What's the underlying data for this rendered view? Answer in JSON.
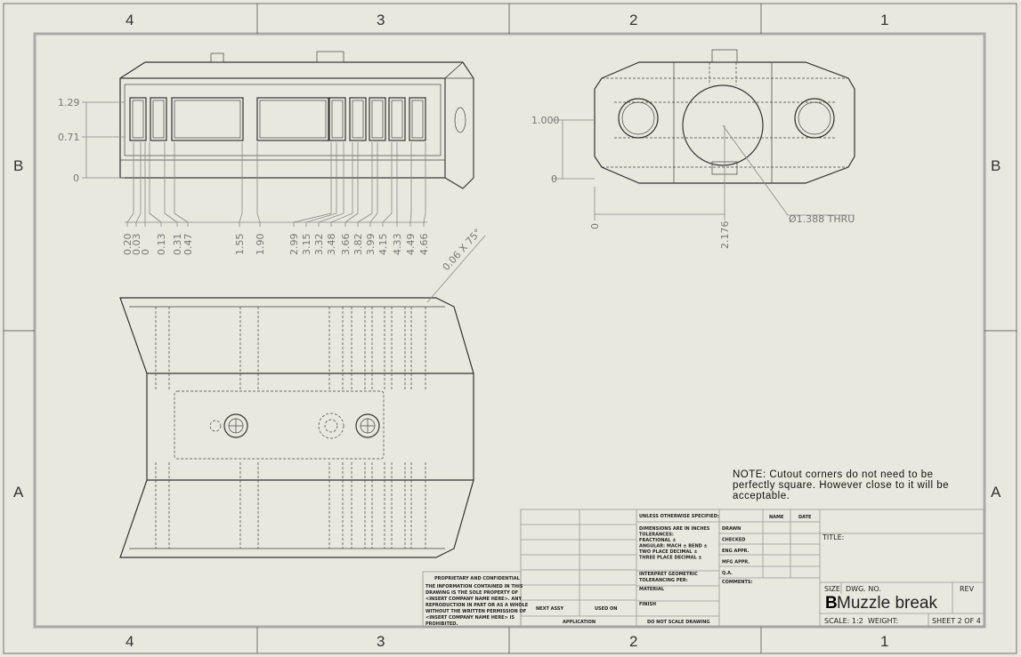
{
  "zones": {
    "columns": [
      "4",
      "3",
      "2",
      "1"
    ],
    "rows": [
      "B",
      "A"
    ]
  },
  "top_view": {
    "vertical_dims": [
      "1.29",
      "0.71",
      "0"
    ],
    "horizontal_dims": [
      "0.20",
      "0.03",
      "0",
      "0.13",
      "0.31",
      "0.47",
      "1.55",
      "1.90",
      "2.99",
      "3.15",
      "3.32",
      "3.48",
      "3.66",
      "3.82",
      "3.99",
      "4.15",
      "4.33",
      "4.49",
      "4.66"
    ]
  },
  "side_view": {
    "dim_vertical": "1.000",
    "dim_zero_v": "0",
    "dim_zero_h": "0",
    "dim_horizontal": "2.176",
    "hole_callout": "Ø1.388 THRU"
  },
  "bottom_view": {
    "chamfer": "0.06 X 75°"
  },
  "note": [
    "NOTE: Cutout corners do not need to be",
    "perfectly square. However close to it will be",
    "acceptable."
  ],
  "title_block": {
    "unless_specified": "UNLESS OTHERWISE SPECIFIED:",
    "tolerances": [
      "DIMENSIONS ARE IN INCHES",
      "TOLERANCES:",
      "FRACTIONAL ±",
      "ANGULAR: MACH ±  BEND ±",
      "TWO PLACE DECIMAL  ±",
      "THREE PLACE DECIMAL  ±"
    ],
    "interpret": [
      "INTERPRET GEOMETRIC",
      "TOLERANCING PER:"
    ],
    "material": "MATERIAL",
    "finish": "FINISH",
    "next_assy": "NEXT ASSY",
    "used_on": "USED ON",
    "application": "APPLICATION",
    "do_not_scale": "DO NOT SCALE DRAWING",
    "name_header": "NAME",
    "date_header": "DATE",
    "roles": [
      "DRAWN",
      "CHECKED",
      "ENG APPR.",
      "MFG APPR.",
      "Q.A."
    ],
    "comments": "COMMENTS:",
    "title_label": "TITLE:",
    "size_label": "SIZE",
    "dwg_no_label": "DWG.  NO.",
    "rev_label": "REV",
    "size": "B",
    "dwg_no": "Muzzle break",
    "scale": "SCALE: 1:2",
    "weight": "WEIGHT:",
    "sheet": "SHEET 2  OF 4"
  },
  "proprietary": {
    "heading": "PROPRIETARY AND CONFIDENTIAL",
    "lines": [
      "THE INFORMATION CONTAINED IN THIS",
      "DRAWING IS THE SOLE PROPERTY OF",
      "<INSERT COMPANY NAME HERE>. ANY",
      "REPRODUCTION IN PART OR AS A WHOLE",
      "WITHOUT THE WRITTEN PERMISSION OF",
      "<INSERT COMPANY NAME HERE> IS",
      "PROHIBITED."
    ]
  }
}
